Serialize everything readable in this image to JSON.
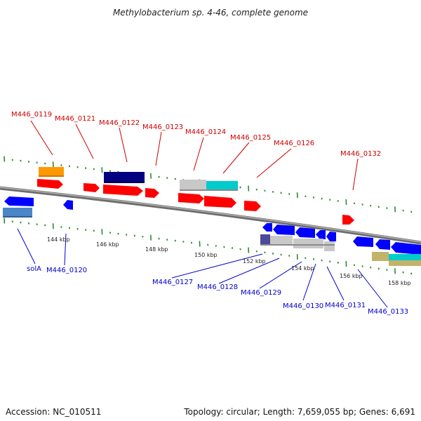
{
  "title": "Methylobacterium sp. 4-46, complete genome",
  "accession": "Accession: NC_010511",
  "topology": "Topology: circular; Length: 7,659,055 bp; Genes: 6,691",
  "colors": {
    "red": "#ff0000",
    "blue": "#0000ff",
    "orange": "#ff9900",
    "navy": "#000080",
    "steelblue": "#4a86c8",
    "gray": "#c8c8c8",
    "cyan": "#00cccc",
    "purple": "#4b4b9a",
    "khaki": "#c2b36a",
    "tick": "#2e8b2e",
    "axis": "#808080",
    "label_top": "#cc0000",
    "label_bottom": "#0000cc"
  },
  "scale_labels": [
    "144 kbp",
    "146 kbp",
    "148 kbp",
    "150 kbp",
    "152 kbp",
    "154 kbp",
    "156 kbp",
    "158 kbp"
  ],
  "top_labels": [
    "M446_0119",
    "M446_0121",
    "M446_0122",
    "M446_0123",
    "M446_0124",
    "M446_0125",
    "M446_0126",
    "M446_0132"
  ],
  "bottom_labels": [
    "solA",
    "M446_0120",
    "M446_0127",
    "M446_0128",
    "M446_0129",
    "M446_0130",
    "M446_0131",
    "M446_0133"
  ]
}
